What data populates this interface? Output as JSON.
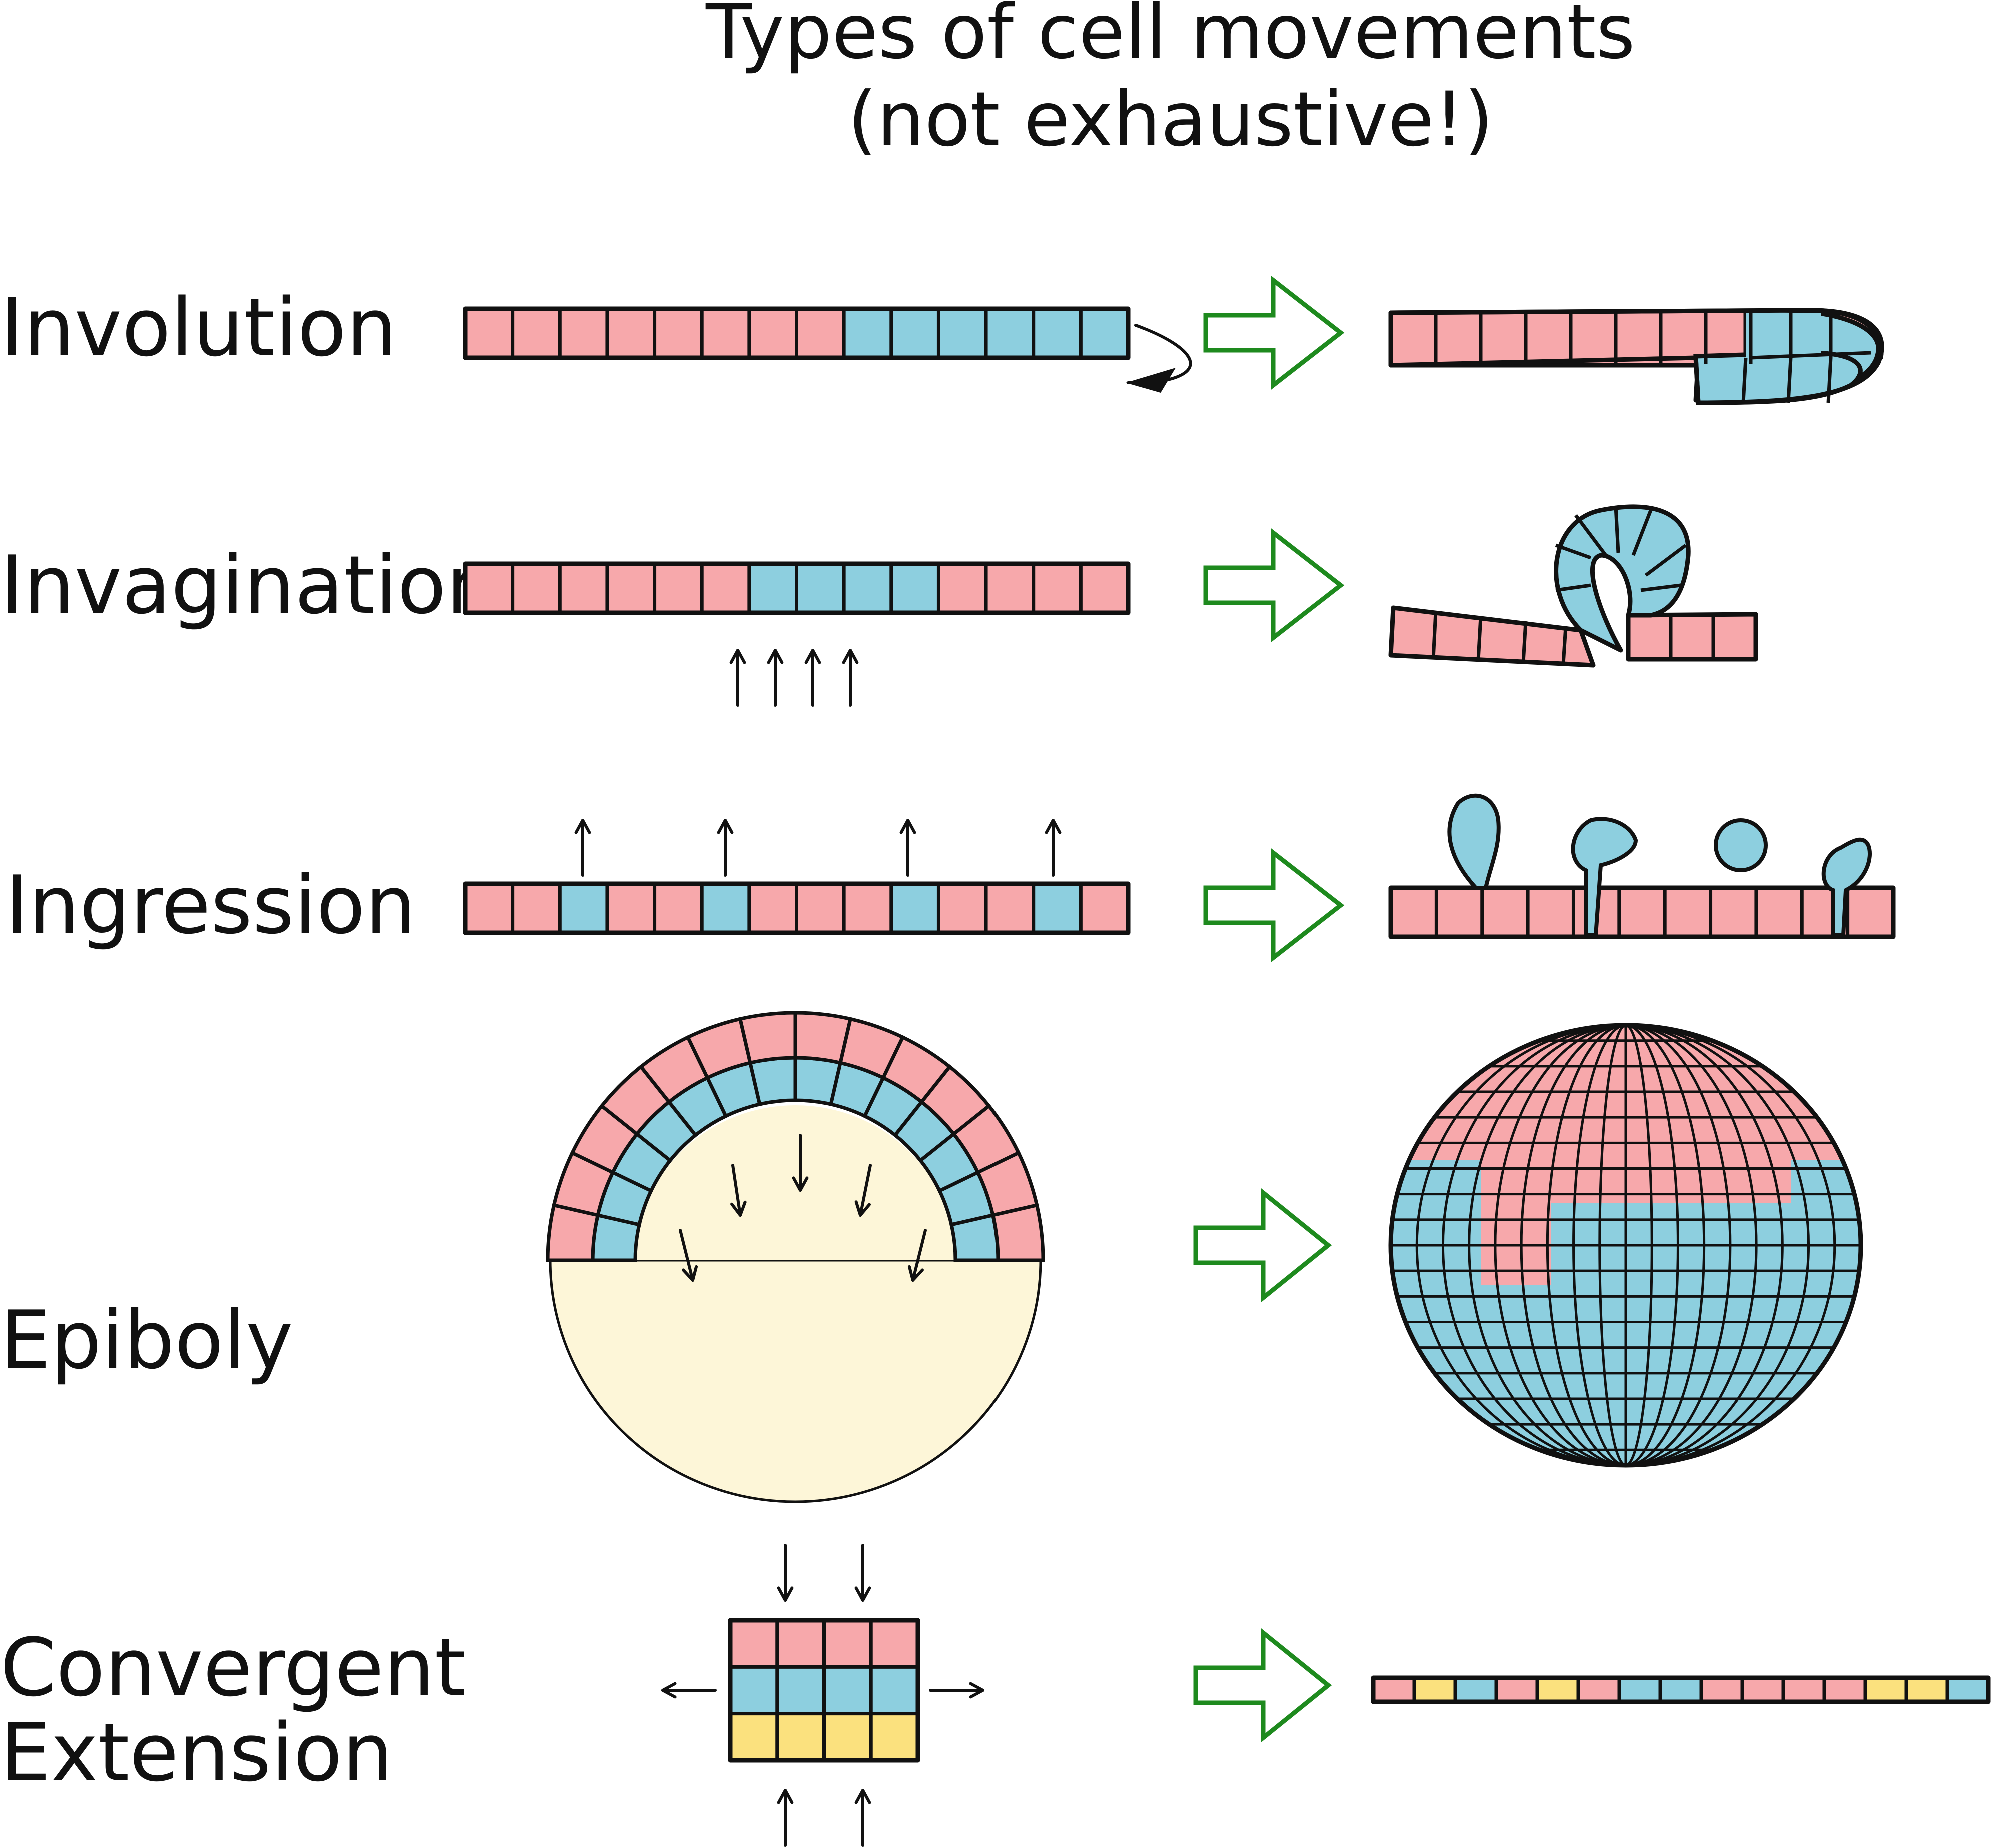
{
  "title": {
    "line1": "Types of cell movements",
    "line2": "(not exhaustive!)"
  },
  "rows": [
    {
      "label": "Involution"
    },
    {
      "label": "Invagination"
    },
    {
      "label": "Ingression"
    },
    {
      "label": "Epiboly"
    },
    {
      "label": "Convergent",
      "label2": "Extension"
    }
  ],
  "colors": {
    "pink": "#f7a8ab",
    "blue": "#8dcfdf",
    "yellow": "#fbe17e",
    "yolk": "#fdf6d8",
    "arrow_green": "#1e8a1e",
    "outline": "#111111"
  },
  "icons": {
    "transform_arrow": "green-hollow-right-arrow",
    "movement_arrow": "thin-black-arrow"
  }
}
